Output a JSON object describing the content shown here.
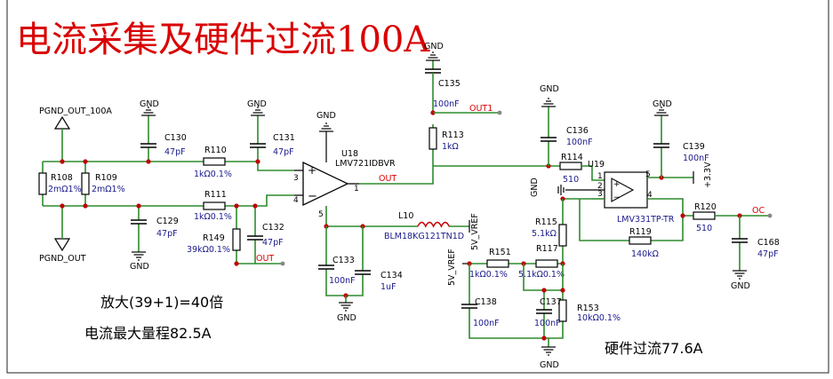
{
  "title": "电流采集及硬件过流100A",
  "notes": {
    "gain": "放大(39+1)=40倍",
    "range": "电流最大量程82.5A",
    "ocp": "硬件过流77.6A"
  },
  "nets": {
    "gnd": "GND",
    "pgnd_out_100a": "PGND_OUT_100A",
    "pgnd_out": "PGND_OUT",
    "out1": "OUT1",
    "out": "OUT",
    "oc": "OC",
    "vref": "5V_VREF",
    "p3v3": "+3.3V"
  },
  "components": {
    "r108": {
      "ref": "R108",
      "value": "2mΩ1%"
    },
    "r109": {
      "ref": "R109",
      "value": "2mΩ1%"
    },
    "c130": {
      "ref": "C130",
      "value": "47pF"
    },
    "r110": {
      "ref": "R110",
      "value": "1kΩ0.1%"
    },
    "c131": {
      "ref": "C131",
      "value": "47pF"
    },
    "r111": {
      "ref": "R111",
      "value": "1kΩ0.1%"
    },
    "c129": {
      "ref": "C129",
      "value": "47pF"
    },
    "r149": {
      "ref": "R149",
      "value": "39kΩ0.1%"
    },
    "c132": {
      "ref": "C132",
      "value": "47pF"
    },
    "u18": {
      "ref": "U18",
      "value": "LMV721IDBVR"
    },
    "c133": {
      "ref": "C133",
      "value": "100nF"
    },
    "c134": {
      "ref": "C134",
      "value": "1uF"
    },
    "l10": {
      "ref": "L10",
      "value": "BLM18KG121TN1D"
    },
    "c135": {
      "ref": "C135",
      "value": "100nF"
    },
    "r113": {
      "ref": "R113",
      "value": "1kΩ"
    },
    "c136": {
      "ref": "C136",
      "value": "100nF"
    },
    "r114": {
      "ref": "R114",
      "value": "510"
    },
    "u19": {
      "ref": "U19",
      "value": "LMV331TP-TR"
    },
    "c139": {
      "ref": "C139",
      "value": "100nF"
    },
    "r119": {
      "ref": "R119",
      "value": "140kΩ"
    },
    "r120": {
      "ref": "R120",
      "value": "510"
    },
    "c168": {
      "ref": "C168",
      "value": "47pF"
    },
    "r115": {
      "ref": "R115",
      "value": "5.1kΩ"
    },
    "r117": {
      "ref": "R117",
      "value": "5.1kΩ0.1%"
    },
    "r151": {
      "ref": "R151",
      "value": "1kΩ0.1%"
    },
    "c138": {
      "ref": "C138",
      "value": "100nF"
    },
    "c137": {
      "ref": "C137",
      "value": "100nF"
    },
    "r153": {
      "ref": "R153",
      "value": "10kΩ0.1%"
    }
  },
  "pins": {
    "p1": "1",
    "p2": "2",
    "p3": "3",
    "p4": "4",
    "p5": "5"
  }
}
